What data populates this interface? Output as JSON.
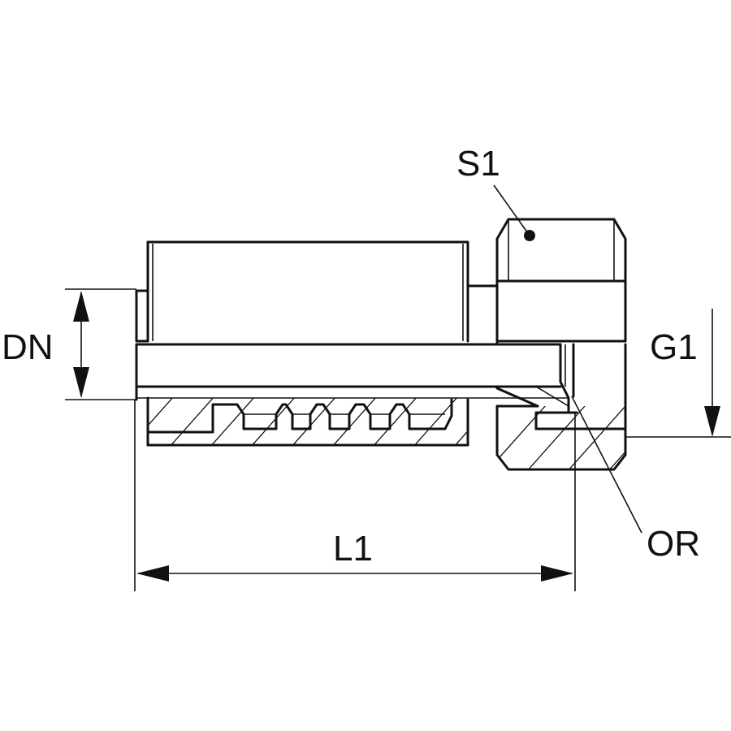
{
  "drawing": {
    "labels": {
      "dn": "DN",
      "s1": "S1",
      "g1": "G1",
      "or": "OR",
      "l1": "L1"
    }
  }
}
